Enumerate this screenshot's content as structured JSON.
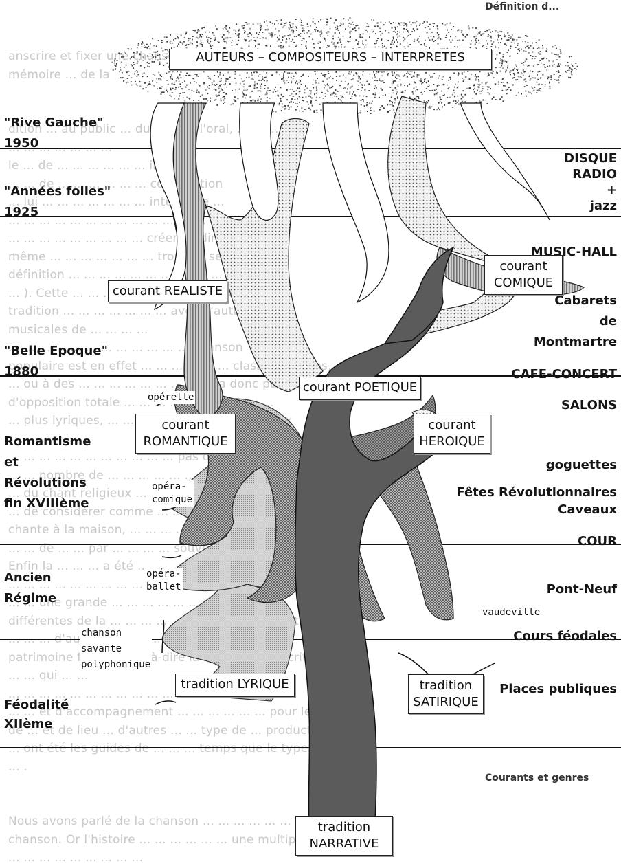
{
  "page": {
    "heading_top": "Définition d...",
    "heading_bottom": "Courants et genres"
  },
  "faint_text": [
    "anscrire et fixer une chanson sur de l'écrit, la ... sa diffusion de la",
    "mémoire ... de la",
    "",
    "",
    "dition ... au public ... du ... le ... l'oral, ... de ... sup",
    "... ... ... ... ... ... ...",
    "le ... de ... ... ... ... ... ... il y a",
    "... ... de ... ... ... ... ... ... composition",
    "... lui ... ... ... ... ... ... ... interprète ...",
    "... ... ... ... ... ... ... ... ... ... ... sa ... que",
    "... ... ... ... ... ... ... ... ... créer, je dirai",
    "même ... ... ... ... ... ... ... trouver, selon la",
    "définition ... ... ... ... ... ... ... ... (le ... le",
    "... ). Cette ... ... ... ... ... ... ... ... populaire,",
    "tradition ... ... ... ... ... ... ... avec d'autres formes",
    "musicales de ... ... ... ...",
    "... ... ... ... ... ... ... ... ... ... ... ... chanson",
    "populaire est en effet ... ... ... ... ... ... classes sociales,",
    "... ou à des ... ... ... ... ... ... ... il n'y a donc pas",
    "d'opposition totale ... ... ... ... ... ... ... ... ... ...",
    "... plus lyriques, ... ... ... ... ... ... ... de nouveaux",
    "",
    "... ... ... ... ... ... ... ... ... ... ... pas qu'on savait",
    "... ... nombre de ... ... ... ... ... ... ... que la",
    "... du chant religieux ... ... ... ... de la cantique, je",
    "... de considérer comme ... ... ... ... ... ... pour une",
    "chante à la maison, ... ... ... ... ...",
    "... ... de ... ... par ... ... ... ... souvent desservie.",
    "Enfin la ... ... ... a été ... ... ... ... de la ... de",
    "... ... ... ... ... ... ... ... ... ...",
    "... ... une grande ... ... ... ... ... ... versions",
    "différentes de la ... ... ... ... ... ... ... ... totalement",
    "... ... ... d'autres ... ... ... ... ... ... chansons du",
    "patrimoine futur - c'est-à-dire la ... ... ... par l'écriture - les",
    "... ... qui ... ...",
    "... ... ... ... ... ... ... ... ... ... ... ... ... ... le ...",
    "... ... et d'accompagnement ... ... ... ... ... ... pour le type",
    "de ... et de lieu ... d'autres ... ... type de ... producteur",
    "... ont été les guides de ... ... ... temps que le type de",
    "... .",
    "",
    "",
    "Nous avons parlé de la chanson ... ... ... ... ... ... de la",
    "chanson. Or l'histoire ... ... ... ... ... ... une multiplicité de",
    "... ... ... ... ... ... ... ... ..."
  ],
  "diagram": {
    "crown_label": "AUTEURS – COMPOSITEURS – INTERPRETES",
    "eras": [
      [
        "\"Rive Gauche\"",
        "1950"
      ],
      [
        "\"Années folles\"",
        "1925"
      ],
      [
        "\"Belle Epoque\"",
        "1880"
      ],
      [
        "Romantisme",
        "et",
        "Révolutions",
        "fin XVIIIème"
      ],
      [
        "Ancien",
        "Régime"
      ],
      [
        "Féodalité",
        "XIIème"
      ]
    ],
    "venues": [
      [
        "DISQUE",
        "RADIO",
        "+",
        "jazz"
      ],
      [
        "MUSIC-HALL"
      ],
      [
        "Cabarets",
        "de",
        "Montmartre"
      ],
      [
        "CAFE-CONCERT"
      ],
      [
        "SALONS"
      ],
      [
        "goguettes"
      ],
      [
        "Fêtes Révolutionnaires"
      ],
      [
        "Caveaux"
      ],
      [
        "COUR"
      ],
      [
        "Pont-Neuf"
      ],
      [
        "Cours féodales"
      ],
      [
        "Places publiques"
      ]
    ],
    "currents": [
      [
        "courant REALISTE"
      ],
      [
        "courant",
        "COMIQUE"
      ],
      [
        "courant POETIQUE"
      ],
      [
        "courant",
        "ROMANTIQUE"
      ],
      [
        "courant",
        "HEROIQUE"
      ],
      [
        "tradition LYRIQUE"
      ],
      [
        "tradition",
        "SATIRIQUE"
      ],
      [
        "tradition",
        "NARRATIVE"
      ]
    ],
    "genres": [
      [
        "opérette"
      ],
      [
        "opéra-",
        "comique"
      ],
      [
        "opéra-",
        "ballet"
      ],
      [
        "vaudeville"
      ],
      [
        "chanson",
        "savante",
        "polyphonique"
      ]
    ]
  }
}
